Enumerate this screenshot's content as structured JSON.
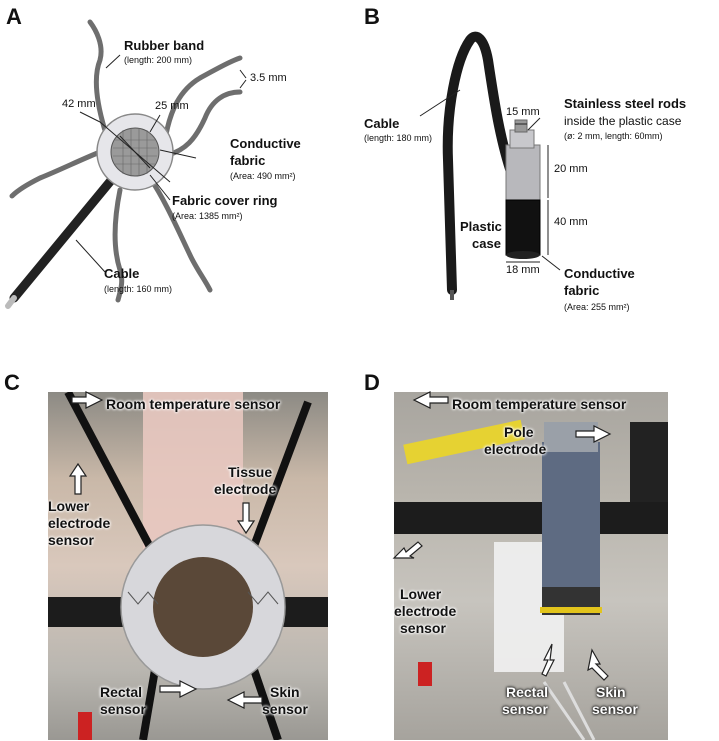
{
  "panelA": {
    "letter": "A",
    "rubber_band": "Rubber band",
    "rubber_band_len": "(length: 200 mm)",
    "dim_35": "3.5 mm",
    "dim_42": "42 mm",
    "dim_25": "25 mm",
    "cond_fabric_1": "Conductive",
    "cond_fabric_2": "fabric",
    "cond_fabric_area": "(Area: 490 mm²)",
    "ring": "Fabric cover ring",
    "ring_area": "(Area: 1385 mm²)",
    "cable": "Cable",
    "cable_len": "(length: 160 mm)"
  },
  "panelB": {
    "letter": "B",
    "cable": "Cable",
    "cable_len": "(length: 180 mm)",
    "rods_1": "Stainless steel rods",
    "rods_2": "inside the plastic case",
    "rods_3": "(ø: 2 mm, length: 60mm)",
    "dim_15": "15 mm",
    "dim_20": "20 mm",
    "dim_40": "40 mm",
    "dim_18": "18 mm",
    "plastic_1": "Plastic",
    "plastic_2": "case",
    "fabric_1": "Conductive",
    "fabric_2": "fabric",
    "fabric_area": "(Area: 255 mm²)"
  },
  "panelC": {
    "letter": "C",
    "room": "Room temperature sensor",
    "tissue_1": "Tissue",
    "tissue_2": "electrode",
    "lower_1": "Lower",
    "lower_2": "electrode",
    "lower_3": "sensor",
    "rectal_1": "Rectal",
    "rectal_2": "sensor",
    "skin_1": "Skin",
    "skin_2": "sensor"
  },
  "panelD": {
    "letter": "D",
    "room": "Room temperature sensor",
    "pole_1": "Pole",
    "pole_2": "electrode",
    "lower_1": "Lower",
    "lower_2": "electrode",
    "lower_3": "sensor",
    "rectal_1": "Rectal",
    "rectal_2": "sensor",
    "skin_1": "Skin",
    "skin_2": "sensor"
  }
}
